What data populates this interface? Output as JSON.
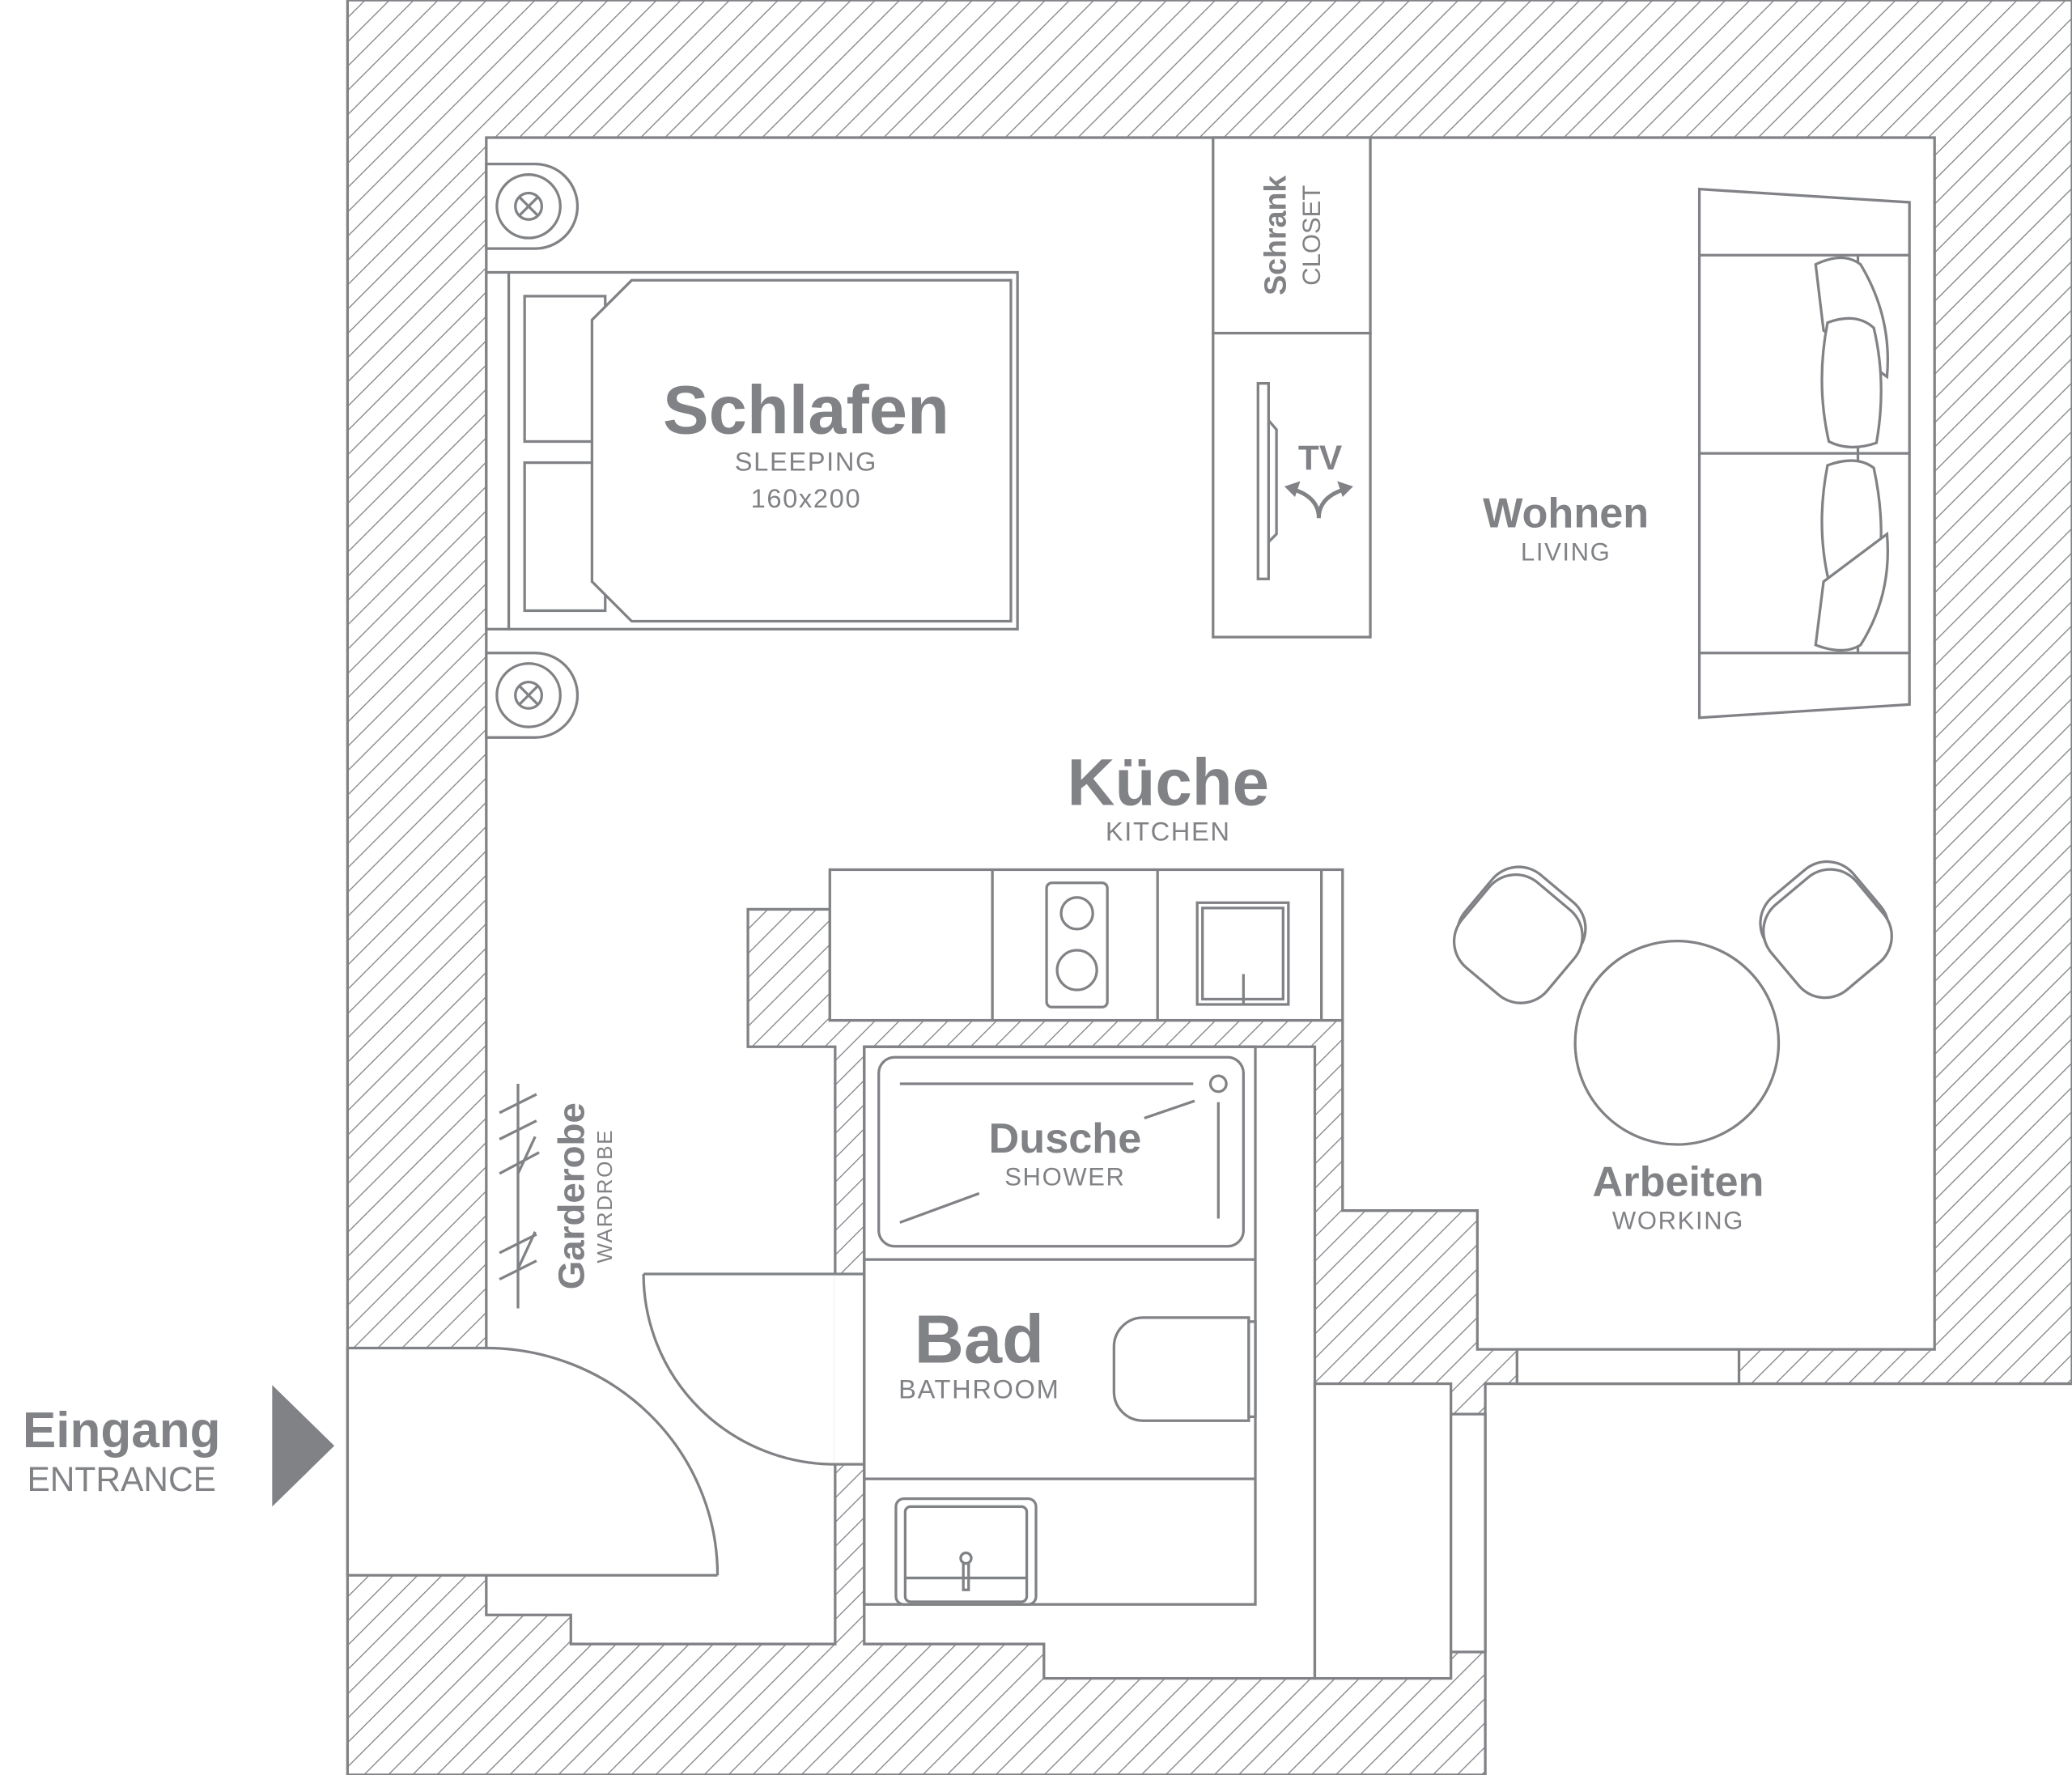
{
  "colors": {
    "line": "#808285",
    "background": "#ffffff"
  },
  "rooms": {
    "sleeping": {
      "de": "Schlafen",
      "en": "SLEEPING",
      "bed_size": "160x200"
    },
    "closet": {
      "de": "Schrank",
      "en": "CLOSET"
    },
    "tv": {
      "label": "TV"
    },
    "living": {
      "de": "Wohnen",
      "en": "LIVING"
    },
    "kitchen": {
      "de": "Küche",
      "en": "KITCHEN"
    },
    "shower": {
      "de": "Dusche",
      "en": "SHOWER"
    },
    "bathroom": {
      "de": "Bad",
      "en": "BATHROOM"
    },
    "working": {
      "de": "Arbeiten",
      "en": "WORKING"
    },
    "wardrobe": {
      "de": "Garderobe",
      "en": "WARDROBE"
    },
    "entrance": {
      "de": "Eingang",
      "en": "ENTRANCE",
      "icon": "arrow-right-icon"
    }
  }
}
